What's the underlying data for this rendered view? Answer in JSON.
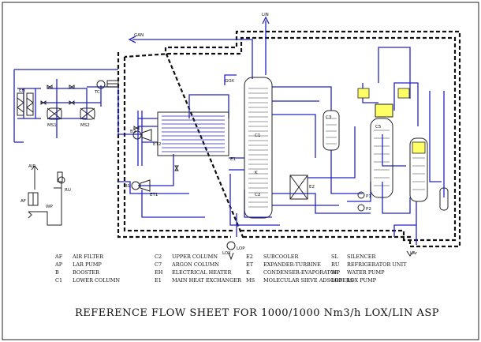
{
  "streams": {
    "lin": "LIN",
    "gan": "GAN",
    "gox": "GOX",
    "lox": "LOX",
    "lop": "LOP",
    "lar": "LAr",
    "air": "AIR",
    "ru": "RU"
  },
  "equipment": {
    "eh": "EH",
    "ms1": "MS1",
    "ms2": "MS2",
    "tc": "TC",
    "af": "AF",
    "wp": "WP",
    "b1": "B1",
    "b2": "B2",
    "et1": "ET1",
    "et2": "ET2",
    "e1": "E1",
    "e2": "E2",
    "c1": "C1",
    "c2": "C2",
    "c3": "C3",
    "c5": "C5",
    "k": "K",
    "p1": "P1",
    "p2": "P2"
  },
  "legend": {
    "col1": [
      {
        "code": "AF",
        "desc": "AIR FILTER"
      },
      {
        "code": "AP",
        "desc": "LAR PUMP"
      },
      {
        "code": "B",
        "desc": "BOOSTER"
      },
      {
        "code": "C1",
        "desc": "LOWER COLUMN"
      }
    ],
    "col2": [
      {
        "code": "C2",
        "desc": "UPPER COLUMN"
      },
      {
        "code": "C7",
        "desc": "ARGON COLUMN"
      },
      {
        "code": "EH",
        "desc": "ELECTRICAL HEATER"
      },
      {
        "code": "E1",
        "desc": "MAIN HEAT EXCHANGER"
      }
    ],
    "col3": [
      {
        "code": "E2",
        "desc": "SUBCOOLER"
      },
      {
        "code": "ET",
        "desc": "EXPANDER-TURBINE"
      },
      {
        "code": "K",
        "desc": "CONDENSER-EVAPORATOR"
      },
      {
        "code": "MS",
        "desc": "MOLECULAR SIEVE ADSORBERS"
      }
    ],
    "col4": [
      {
        "code": "SL",
        "desc": "SILENCER"
      },
      {
        "code": "RU",
        "desc": "REFRIGERATOR UNIT"
      },
      {
        "code": "WP",
        "desc": "WATER PUMP"
      },
      {
        "code": "LOP",
        "desc": "LOX PUMP"
      }
    ]
  },
  "title": "REFERENCE FLOW SHEET FOR 1000/1000 Nm3/h LOX/LIN  ASP"
}
